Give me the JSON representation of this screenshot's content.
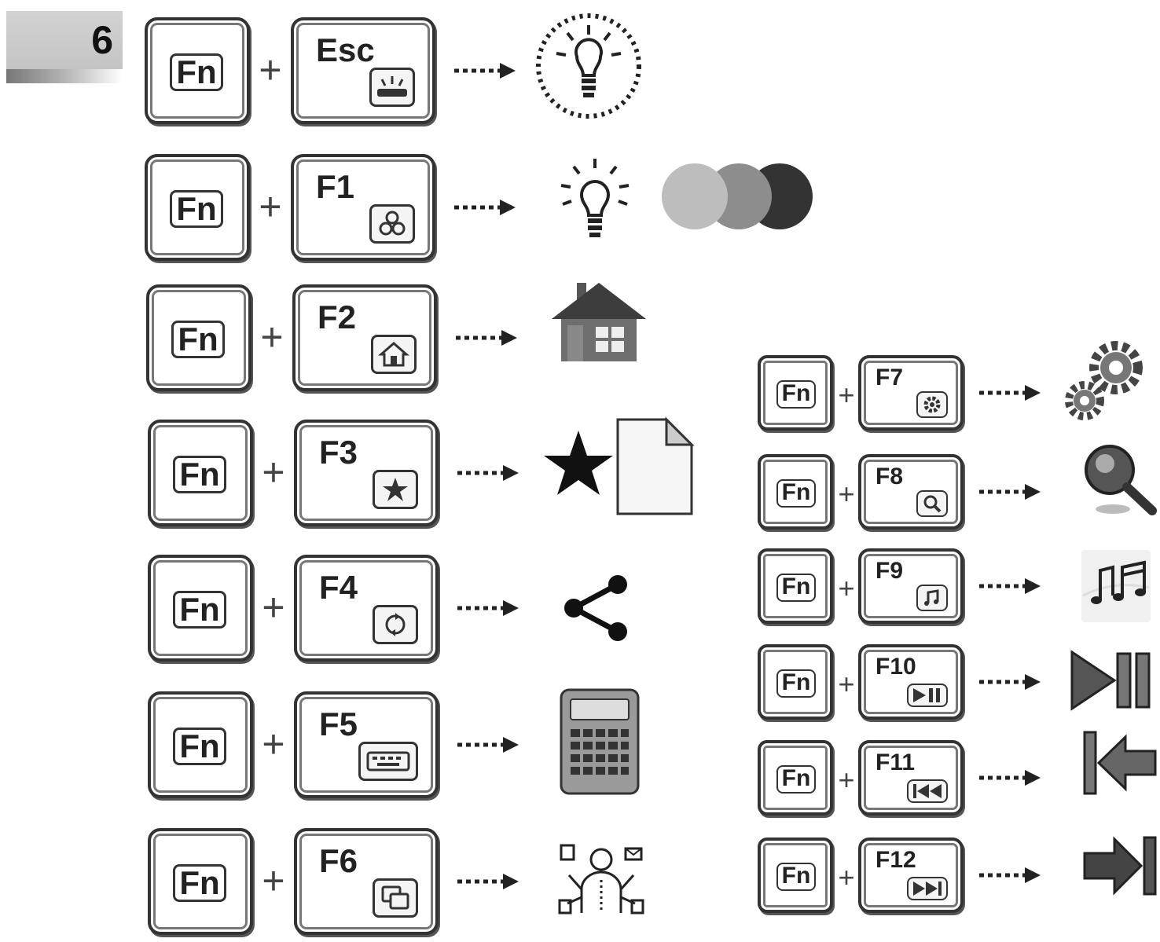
{
  "step": {
    "number": "6"
  },
  "colors": {
    "ink": "#222222",
    "gray_light": "#bdbdbd",
    "gray_mid": "#8d8d8d",
    "gray_dark": "#333333"
  },
  "shortcuts": [
    {
      "modifier": "Fn",
      "key": "Esc",
      "key_icon": "keyboard-backlight-icon",
      "result_icon": "lightbulb-dotted-icon"
    },
    {
      "modifier": "Fn",
      "key": "F1",
      "key_icon": "color-mode-icon",
      "result_icon": "lightbulb-color-cycle-icon"
    },
    {
      "modifier": "Fn",
      "key": "F2",
      "key_icon": "home-icon",
      "result_icon": "house-icon"
    },
    {
      "modifier": "Fn",
      "key": "F3",
      "key_icon": "star-icon",
      "result_icon": "favorites-document-icon"
    },
    {
      "modifier": "Fn",
      "key": "F4",
      "key_icon": "refresh-icon",
      "result_icon": "share-icon"
    },
    {
      "modifier": "Fn",
      "key": "F5",
      "key_icon": "calculator-key-icon",
      "result_icon": "calculator-icon"
    },
    {
      "modifier": "Fn",
      "key": "F6",
      "key_icon": "multitask-windows-icon",
      "result_icon": "multitasking-person-icon"
    },
    {
      "modifier": "Fn",
      "key": "F7",
      "key_icon": "gear-icon",
      "result_icon": "gears-icon"
    },
    {
      "modifier": "Fn",
      "key": "F8",
      "key_icon": "search-icon",
      "result_icon": "magnifier-icon"
    },
    {
      "modifier": "Fn",
      "key": "F9",
      "key_icon": "music-note-icon",
      "result_icon": "music-player-icon"
    },
    {
      "modifier": "Fn",
      "key": "F10",
      "key_icon": "play-pause-icon",
      "result_icon": "play-pause-large-icon"
    },
    {
      "modifier": "Fn",
      "key": "F11",
      "key_icon": "previous-track-icon",
      "result_icon": "previous-arrow-icon"
    },
    {
      "modifier": "Fn",
      "key": "F12",
      "key_icon": "next-track-icon",
      "result_icon": "next-arrow-icon"
    }
  ]
}
